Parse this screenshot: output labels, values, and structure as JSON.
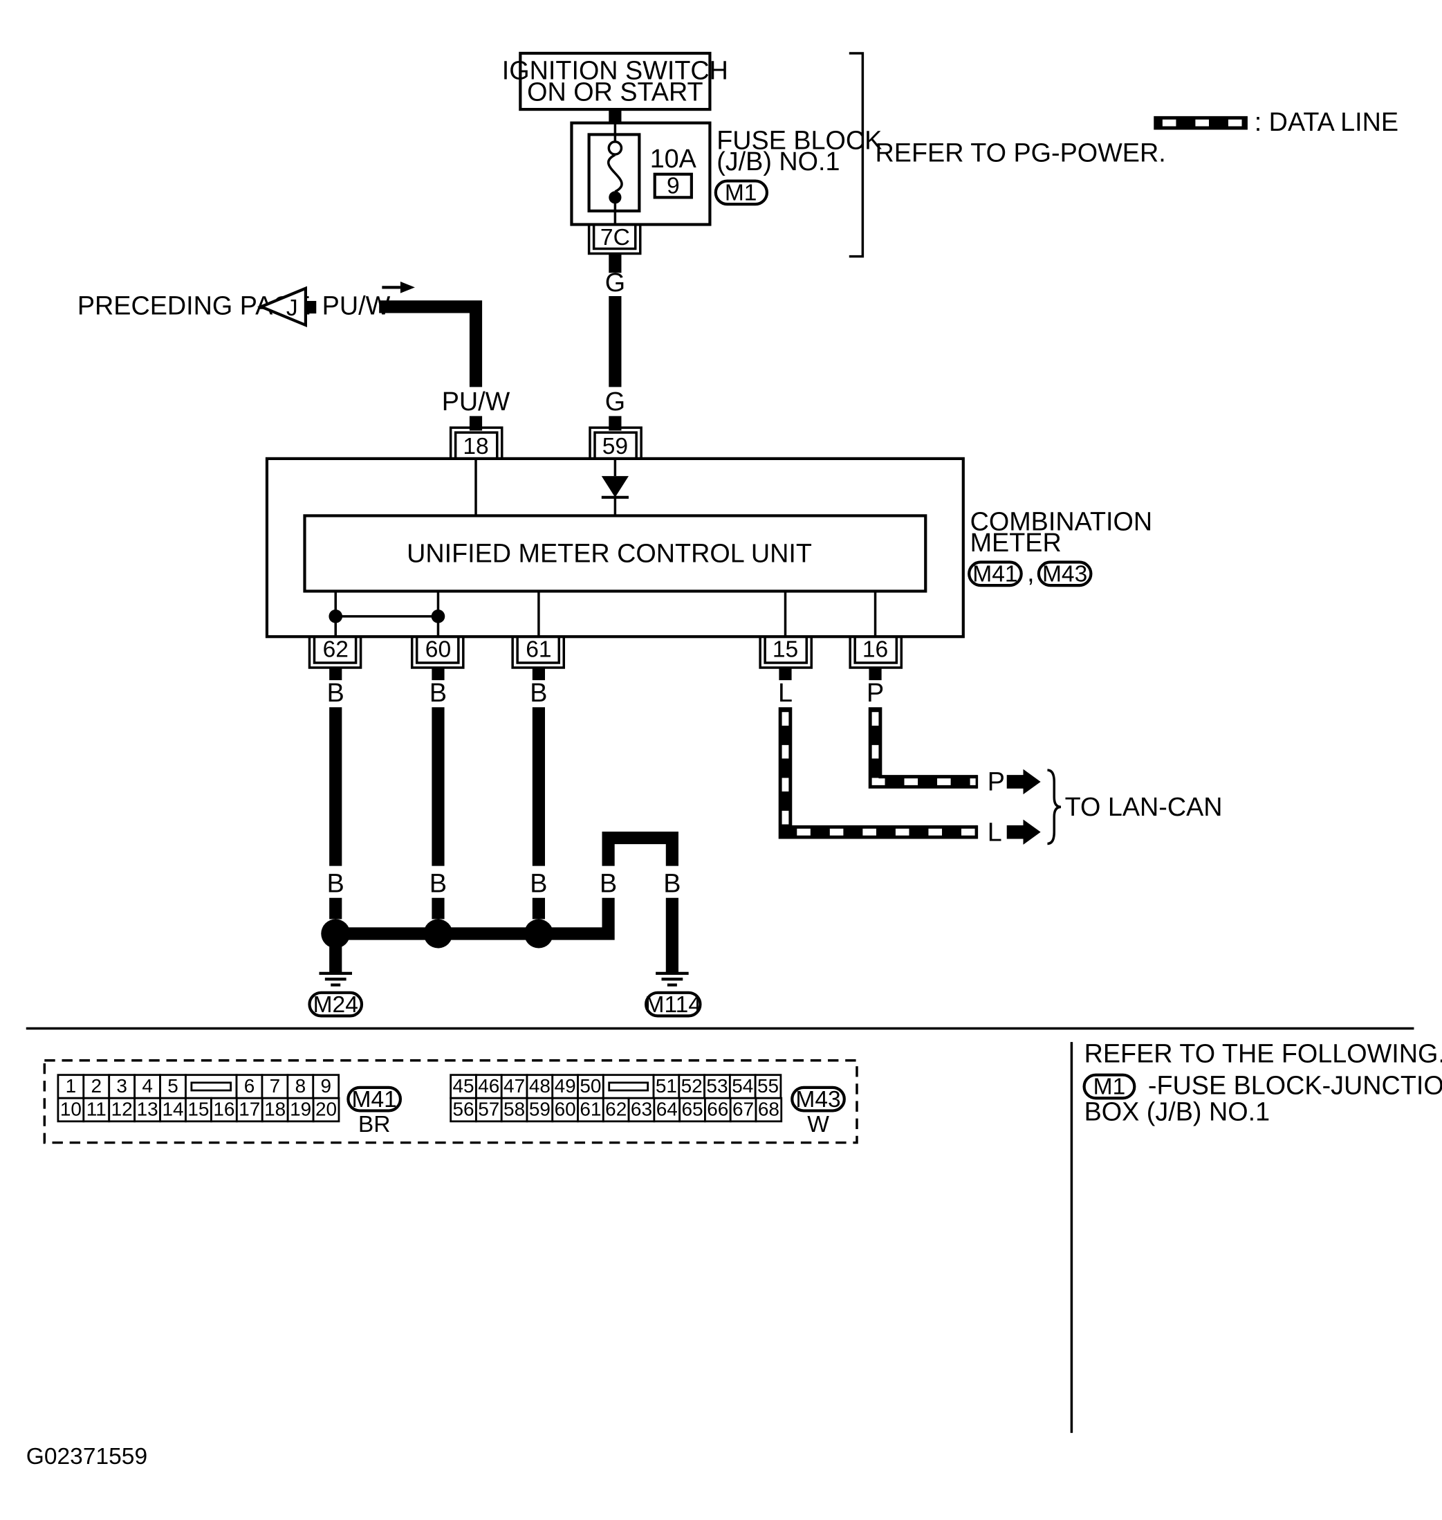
{
  "ignition_switch": {
    "line1": "IGNITION SWITCH",
    "line2": "ON OR START"
  },
  "fuse_block": {
    "line1": "FUSE BLOCK",
    "line2": "(J/B) NO.1",
    "connector": "M1",
    "amperage": "10A",
    "fuse_number": "9",
    "terminal": "7C"
  },
  "refer_power": "REFER TO PG-POWER.",
  "legend": {
    "data_line": ": DATA LINE"
  },
  "preceding": {
    "text": "PRECEDING PAGE",
    "marker": "J",
    "wire_color": "PU/W"
  },
  "combination_meter": {
    "line1": "COMBINATION",
    "line2": "METER",
    "connector1": "M41",
    "separator": ",",
    "connector2": "M43"
  },
  "control_unit": "UNIFIED METER CONTROL UNIT",
  "top_terminals": [
    {
      "pin": "18",
      "wire": "PU/W"
    },
    {
      "pin": "59",
      "wire": "G"
    }
  ],
  "g_wire_upper": "G",
  "bottom_terminals": [
    {
      "pin": "62",
      "wire": "B"
    },
    {
      "pin": "60",
      "wire": "B"
    },
    {
      "pin": "61",
      "wire": "B"
    },
    {
      "pin": "15",
      "wire": "L"
    },
    {
      "pin": "16",
      "wire": "P"
    }
  ],
  "lower_wire_labels": [
    "B",
    "B",
    "B",
    "B",
    "B"
  ],
  "grounds": [
    "M24",
    "M114"
  ],
  "lan": {
    "p": "P",
    "l": "L",
    "text": "TO LAN-CAN"
  },
  "connector_m41": {
    "name": "M41",
    "color": "BR",
    "top": [
      "1",
      "2",
      "3",
      "4",
      "5",
      "",
      "6",
      "7",
      "8",
      "9"
    ],
    "bottom": [
      "10",
      "11",
      "12",
      "13",
      "14",
      "15",
      "16",
      "17",
      "18",
      "19",
      "20"
    ]
  },
  "connector_m43": {
    "name": "M43",
    "color": "W",
    "top": [
      "45",
      "46",
      "47",
      "48",
      "49",
      "50",
      "",
      "51",
      "52",
      "53",
      "54",
      "55"
    ],
    "bottom": [
      "56",
      "57",
      "58",
      "59",
      "60",
      "61",
      "62",
      "63",
      "64",
      "65",
      "66",
      "67",
      "68"
    ]
  },
  "refer_following": {
    "title": "REFER TO THE FOLLOWING.",
    "connector": "M1",
    "text1": "-FUSE BLOCK-JUNCTION",
    "text2": "BOX (J/B) NO.1"
  },
  "figure_id": "G02371559"
}
